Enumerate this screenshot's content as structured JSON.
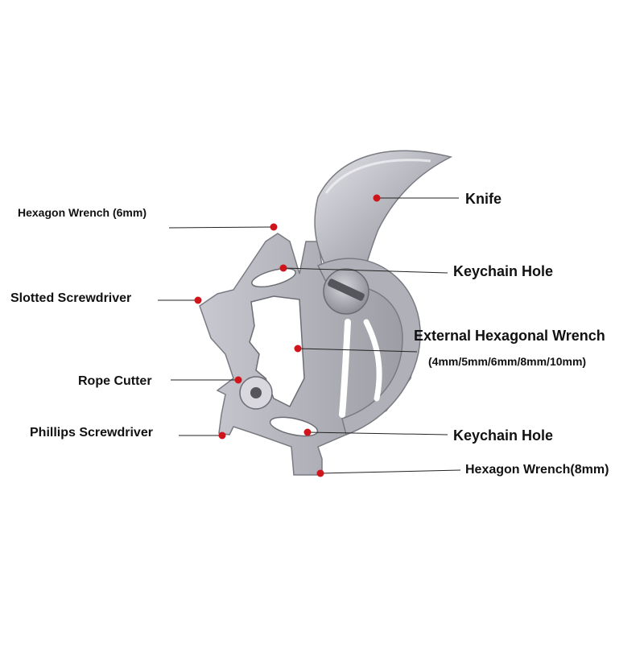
{
  "colors": {
    "dot": "#d0141c",
    "leader": "#222222",
    "metal_light": "#d4d4da",
    "metal_mid": "#a4a4ac",
    "metal_dark": "#6c6c74"
  },
  "tool": {
    "name_icon": "multi-tool-image",
    "callouts": [
      {
        "id": "hexagon-wrench-6mm",
        "label": "Hexagon Wrench (6mm)"
      },
      {
        "id": "slotted-screwdriver",
        "label": "Slotted Screwdriver"
      },
      {
        "id": "rope-cutter",
        "label": "Rope Cutter"
      },
      {
        "id": "phillips-screwdriver",
        "label": "Phillips Screwdriver"
      },
      {
        "id": "knife",
        "label": "Knife"
      },
      {
        "id": "keychain-hole-top",
        "label": "Keychain Hole"
      },
      {
        "id": "external-hexagonal-wrench",
        "label": "External Hexagonal Wrench",
        "sublabel": "(4mm/5mm/6mm/8mm/10mm)"
      },
      {
        "id": "keychain-hole-bottom",
        "label": "Keychain Hole"
      },
      {
        "id": "hexagon-wrench-8mm",
        "label": "Hexagon Wrench(8mm)"
      }
    ]
  }
}
